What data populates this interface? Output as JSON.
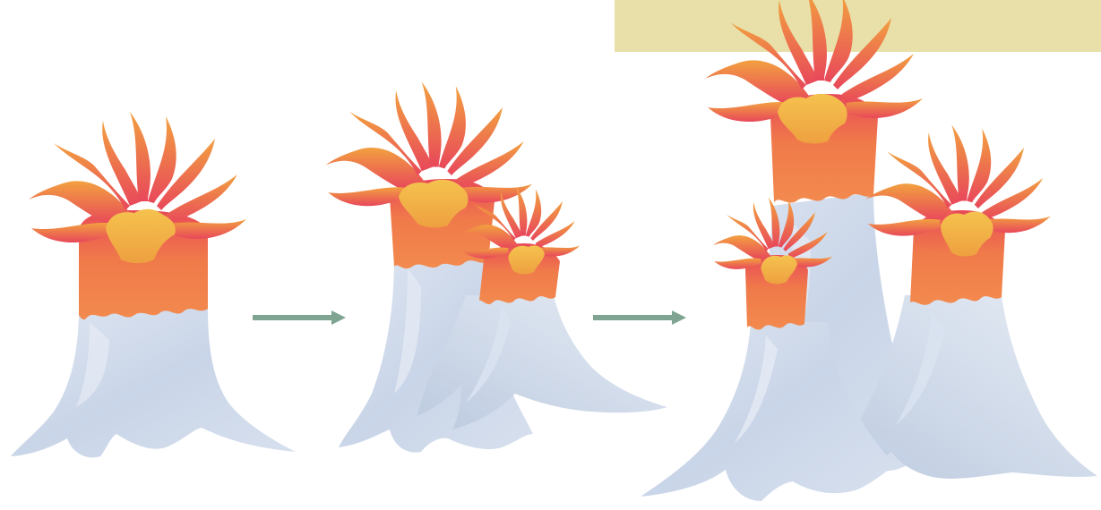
{
  "diagram": {
    "stages": [
      {
        "name": "single-polyp"
      },
      {
        "name": "budding-polyp"
      },
      {
        "name": "colony-of-three"
      }
    ],
    "arrows": 2
  },
  "colors": {
    "banner": "#e8e0a8",
    "skeleton": "#c9d5e8",
    "skeleton_light": "#e6ecf5",
    "skeleton_shade": "#b9c7de",
    "head_orange": "#f0814a",
    "head_red": "#e5405a",
    "tentacle_orange": "#f0903c",
    "mouth_yellow": "#f0b84a",
    "arrow": "#7fa592"
  }
}
